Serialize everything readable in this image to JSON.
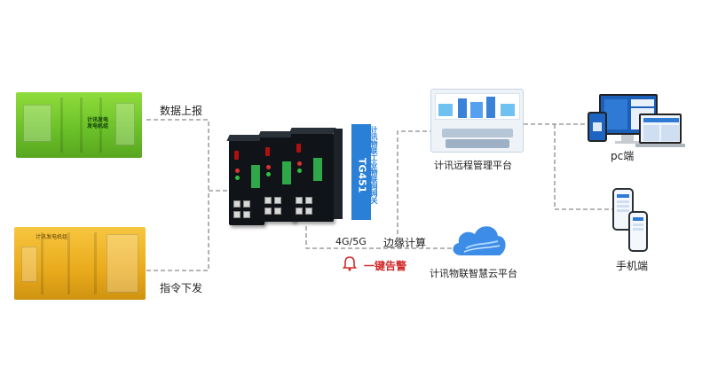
{
  "labels": {
    "data_upload": "数据上报",
    "command_down": "指令下发",
    "network": "4G/5G",
    "edge_compute": "边缘计算",
    "alarm": "一键告警",
    "remote_platform": "计讯远程管理平台",
    "cloud_platform": "计讯物联智慧云平台",
    "pc": "pc端",
    "mobile": "手机端"
  },
  "device": {
    "model": "TG451",
    "name": "计讯物联工业物联网网关"
  },
  "generators": {
    "green_sign": "计讯发电\n发电机组",
    "yellow_sign": "计讯发电机组"
  },
  "colors": {
    "banner": "#2a7fd6",
    "alarm": "#d12a2a",
    "green_container": "#6cc229",
    "yellow_container": "#e9aa1b",
    "dashed_line": "#8a8a8a"
  }
}
